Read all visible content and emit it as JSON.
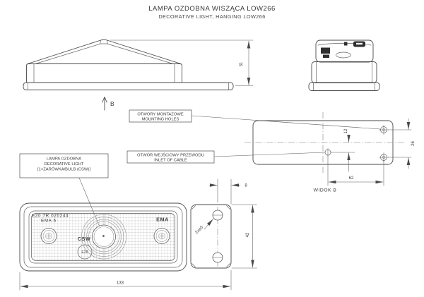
{
  "title": {
    "pl": "LAMPA OZDOBNA WISZĄCA LOW266",
    "en": "DECORATIVE LIGHT, HANGING LOW266"
  },
  "labels": {
    "mounting_holes_pl": "OTWORY MONTAŻOWE",
    "mounting_holes_en": "MOUNTING HOLES",
    "cable_inlet_pl": "OTWÓR WEJŚCIOWY PRZEWODU",
    "cable_inlet_en": "INLET OF CABLE",
    "lamp_pl": "LAMPA OZDOBNA",
    "lamp_en": "DECORATIVE LIGHT",
    "lamp_bulb": "[1×ŻARÓWKA/BULB (CSW)]",
    "view_b": "WIDOK B",
    "view_dir": "B"
  },
  "dimensions": {
    "body_height": "31",
    "inlet_offset": "12",
    "holes_spacing": "26",
    "inlet_to_holes": "62",
    "total_length": "133",
    "plate_height": "42",
    "edge_offset": "8",
    "holes_spec": "2x⌀5"
  },
  "markings": {
    "approval": "E20 7R 020244",
    "approval2": "EMA 6",
    "brand": "EMA",
    "bulb_code": "CSW",
    "e_mark": "E20"
  },
  "colors": {
    "line": "#4a4a4a",
    "background": "#ffffff"
  }
}
